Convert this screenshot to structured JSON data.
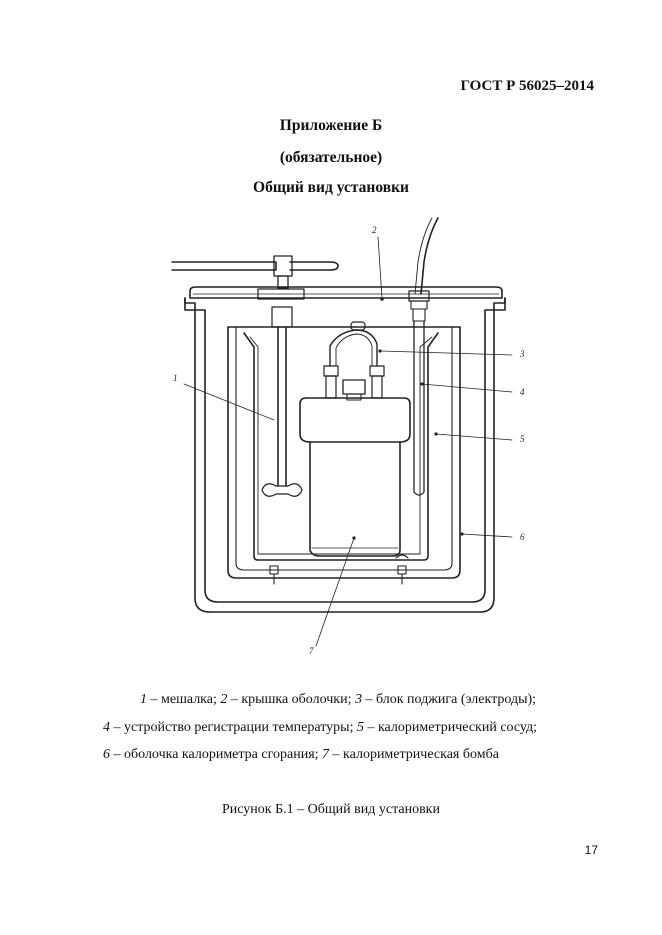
{
  "header": {
    "standard": "ГОСТ Р 56025–2014"
  },
  "title": {
    "line1": "Приложение Б",
    "line2": "(обязательное)",
    "line3": "Общий вид установки"
  },
  "figure": {
    "labels": [
      "1",
      "2",
      "3",
      "4",
      "5",
      "6",
      "7"
    ]
  },
  "legend": [
    {
      "num": "1",
      "text": " – мешалка; "
    },
    {
      "num": "2",
      "text": " – крышка оболочки; "
    },
    {
      "num": "3",
      "text": " – блок поджига (электроды);"
    },
    {
      "num": "4",
      "text": " – устройство регистрации температуры; "
    },
    {
      "num": "5",
      "text": " – калориметрический сосуд;"
    },
    {
      "num": "6",
      "text": " – оболочка калориметра сгорания; "
    },
    {
      "num": "7",
      "text": " – калориметрическая бомба"
    }
  ],
  "caption": "Рисунок Б.1 – Общий вид установки",
  "page_number": "17"
}
